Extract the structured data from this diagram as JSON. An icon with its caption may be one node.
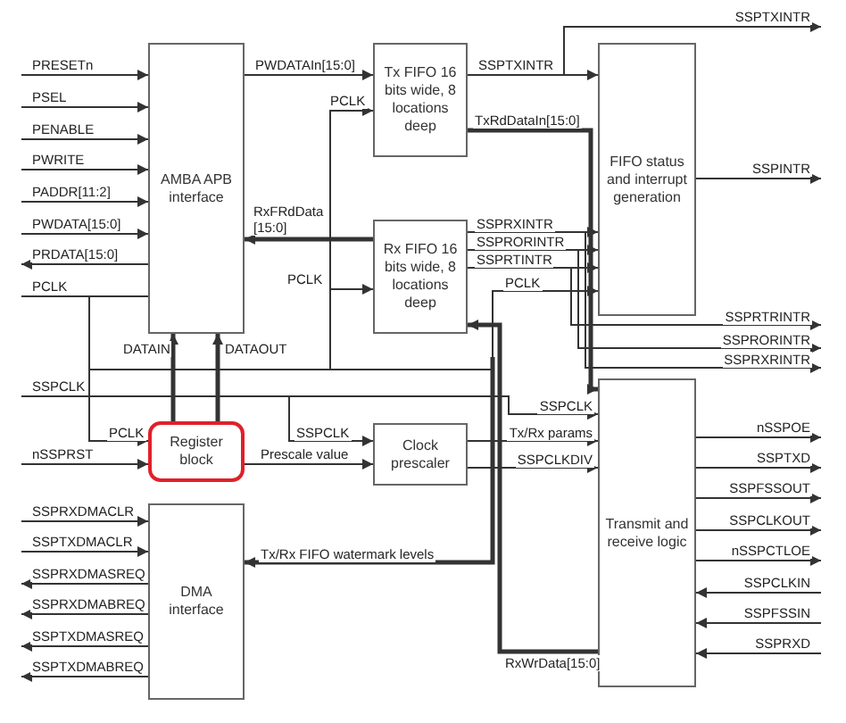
{
  "diagram": {
    "nodes": [
      {
        "text": [
          "AMBA APB interface"
        ]
      },
      {
        "text": [
          "Tx FIFO 16 bits wide, 8 locations deep"
        ]
      },
      {
        "text": [
          "Rx FIFO 16 bits wide, 8 locations deep"
        ]
      },
      {
        "text": [
          "FIFO status and interrupt generation"
        ]
      },
      {
        "text": [
          "Register block"
        ]
      },
      {
        "text": [
          "Clock prescaler"
        ]
      },
      {
        "text": [
          "DMA interface"
        ]
      },
      {
        "text": [
          "Transmit and receive logic"
        ]
      }
    ],
    "edges": [
      {
        "from": null,
        "to": 0,
        "arrow": "to",
        "label": "PRESETn"
      },
      {
        "from": null,
        "to": 0,
        "arrow": "to",
        "label": "PSEL"
      },
      {
        "from": null,
        "to": 0,
        "arrow": "to",
        "label": "PENABLE"
      },
      {
        "from": null,
        "to": 0,
        "arrow": "to",
        "label": "PWRITE"
      },
      {
        "from": null,
        "to": 0,
        "arrow": "to",
        "label": "PADDR[11:2]"
      },
      {
        "from": null,
        "to": 0,
        "arrow": "to",
        "label": "PWDATA[15:0]"
      },
      {
        "from": 0,
        "to": null,
        "arrow": "to",
        "label": "PRDATA[15:0]"
      },
      {
        "from": null,
        "to": 0,
        "arrow": "none",
        "label": "PCLK"
      },
      {
        "from": 0,
        "to": 1,
        "arrow": "to",
        "label": "PWDATAIn[15:0]"
      },
      {
        "from": null,
        "to": 1,
        "arrow": "to",
        "label": "PCLK"
      },
      {
        "from": 2,
        "to": 0,
        "arrow": "to",
        "label": "RxFRdData [15:0]",
        "style": "thick"
      },
      {
        "from": null,
        "to": 2,
        "arrow": "to",
        "label": "PCLK"
      },
      {
        "from": 4,
        "to": 0,
        "arrow": "to",
        "label": "DATAIN",
        "style": "thick"
      },
      {
        "from": 4,
        "to": 0,
        "arrow": "to",
        "label": "DATAOUT",
        "style": "thick"
      },
      {
        "from": 1,
        "to": 3,
        "arrow": "to",
        "label": "SSPTXINTR"
      },
      {
        "from": 1,
        "to": null,
        "arrow": "to",
        "label": "SSPTXINTR"
      },
      {
        "from": 1,
        "to": 7,
        "arrow": "to",
        "label": "TxRdDataIn[15:0]",
        "style": "thick"
      },
      {
        "from": 2,
        "to": 3,
        "arrow": "to",
        "label": "SSPRXINTR"
      },
      {
        "from": 2,
        "to": 3,
        "arrow": "to",
        "label": "SSPRORINTR"
      },
      {
        "from": 2,
        "to": 3,
        "arrow": "to",
        "label": "SSPRTINTR"
      },
      {
        "from": null,
        "to": 3,
        "arrow": "to",
        "label": "PCLK"
      },
      {
        "from": 3,
        "to": null,
        "arrow": "to",
        "label": "SSPINTR"
      },
      {
        "from": 2,
        "to": null,
        "arrow": "to",
        "label": "SSPRTRINTR"
      },
      {
        "from": 2,
        "to": null,
        "arrow": "to",
        "label": "SSPRORINTR"
      },
      {
        "from": 2,
        "to": null,
        "arrow": "to",
        "label": "SSPRXRINTR"
      },
      {
        "from": null,
        "to": 7,
        "arrow": "to",
        "label": "SSPCLK"
      },
      {
        "from": null,
        "to": 4,
        "arrow": "to",
        "label": "PCLK"
      },
      {
        "from": null,
        "to": 4,
        "arrow": "to",
        "label": "nSSPRST"
      },
      {
        "from": null,
        "to": 5,
        "arrow": "to",
        "label": "SSPCLK"
      },
      {
        "from": 4,
        "to": 5,
        "arrow": "to",
        "label": "Prescale value"
      },
      {
        "from": null,
        "to": 7,
        "arrow": "to",
        "label": "SSPCLK"
      },
      {
        "from": 5,
        "to": 7,
        "arrow": "to",
        "label": "Tx/Rx params"
      },
      {
        "from": 5,
        "to": 7,
        "arrow": "to",
        "label": "SSPCLKDIV"
      },
      {
        "from": null,
        "to": 6,
        "arrow": "to",
        "label": "Tx/Rx FIFO watermark levels",
        "style": "thick"
      },
      {
        "from": 7,
        "to": 2,
        "arrow": "to",
        "label": "RxWrData[15:0]",
        "style": "thick"
      },
      {
        "from": null,
        "to": 6,
        "arrow": "to",
        "label": "SSPRXDMACLR"
      },
      {
        "from": null,
        "to": 6,
        "arrow": "to",
        "label": "SSPTXDMACLR"
      },
      {
        "from": 6,
        "to": null,
        "arrow": "to",
        "label": "SSPRXDMASREQ"
      },
      {
        "from": 6,
        "to": null,
        "arrow": "to",
        "label": "SSPRXDMABREQ"
      },
      {
        "from": 6,
        "to": null,
        "arrow": "to",
        "label": "SSPTXDMASREQ"
      },
      {
        "from": 6,
        "to": null,
        "arrow": "to",
        "label": "SSPTXDMABREQ"
      },
      {
        "from": 7,
        "to": null,
        "arrow": "to",
        "label": "nSSPOE"
      },
      {
        "from": 7,
        "to": null,
        "arrow": "to",
        "label": "SSPTXD"
      },
      {
        "from": 7,
        "to": null,
        "arrow": "to",
        "label": "SSPFSSOUT"
      },
      {
        "from": 7,
        "to": null,
        "arrow": "to",
        "label": "SSPCLKOUT"
      },
      {
        "from": 7,
        "to": null,
        "arrow": "to",
        "label": "nSSPCTLOE"
      },
      {
        "from": null,
        "to": 7,
        "arrow": "to",
        "label": "SSPCLKIN"
      },
      {
        "from": null,
        "to": 7,
        "arrow": "to",
        "label": "SSPFSSIN"
      },
      {
        "from": null,
        "to": 7,
        "arrow": "to",
        "label": "SSPRXD"
      }
    ]
  }
}
